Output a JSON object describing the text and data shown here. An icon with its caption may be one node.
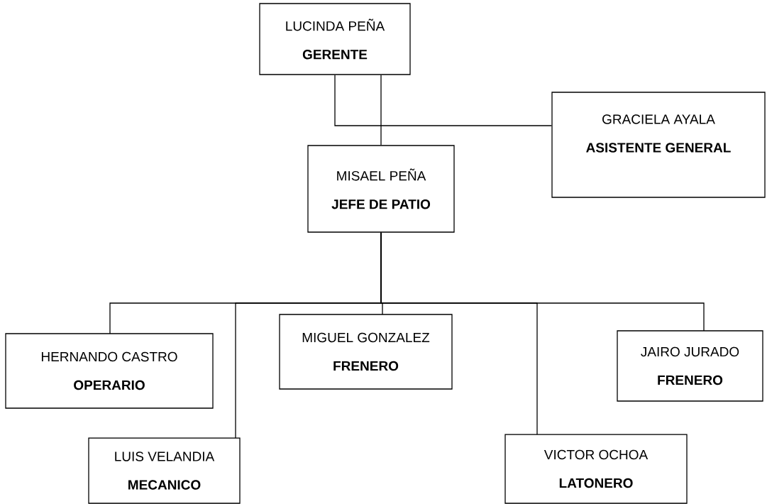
{
  "diagram": {
    "nodes": [
      {
        "text": [
          "LUCINDA PEÑA",
          "GERENTE"
        ]
      },
      {
        "text": [
          "GRACIELA AYALA",
          "ASISTENTE GENERAL"
        ]
      },
      {
        "text": [
          "MISAEL PEÑA",
          "JEFE DE PATIO"
        ]
      },
      {
        "text": [
          "HERNANDO CASTRO",
          "OPERARIO"
        ]
      },
      {
        "text": [
          "LUIS VELANDIA",
          "MECANICO"
        ]
      },
      {
        "text": [
          "MIGUEL GONZALEZ",
          "FRENERO"
        ]
      },
      {
        "text": [
          "VICTOR OCHOA",
          "LATONERO"
        ]
      },
      {
        "text": [
          "JAIRO JURADO",
          "FRENERO"
        ]
      }
    ],
    "edges": [
      {
        "from": 0,
        "to": 2,
        "arrow": "none"
      },
      {
        "from": 0,
        "to": 1,
        "arrow": "none"
      },
      {
        "from": 2,
        "to": 3,
        "arrow": "none"
      },
      {
        "from": 2,
        "to": 4,
        "arrow": "none"
      },
      {
        "from": 2,
        "to": 5,
        "arrow": "none"
      },
      {
        "from": 2,
        "to": 6,
        "arrow": "none"
      },
      {
        "from": 2,
        "to": 7,
        "arrow": "none"
      }
    ]
  }
}
